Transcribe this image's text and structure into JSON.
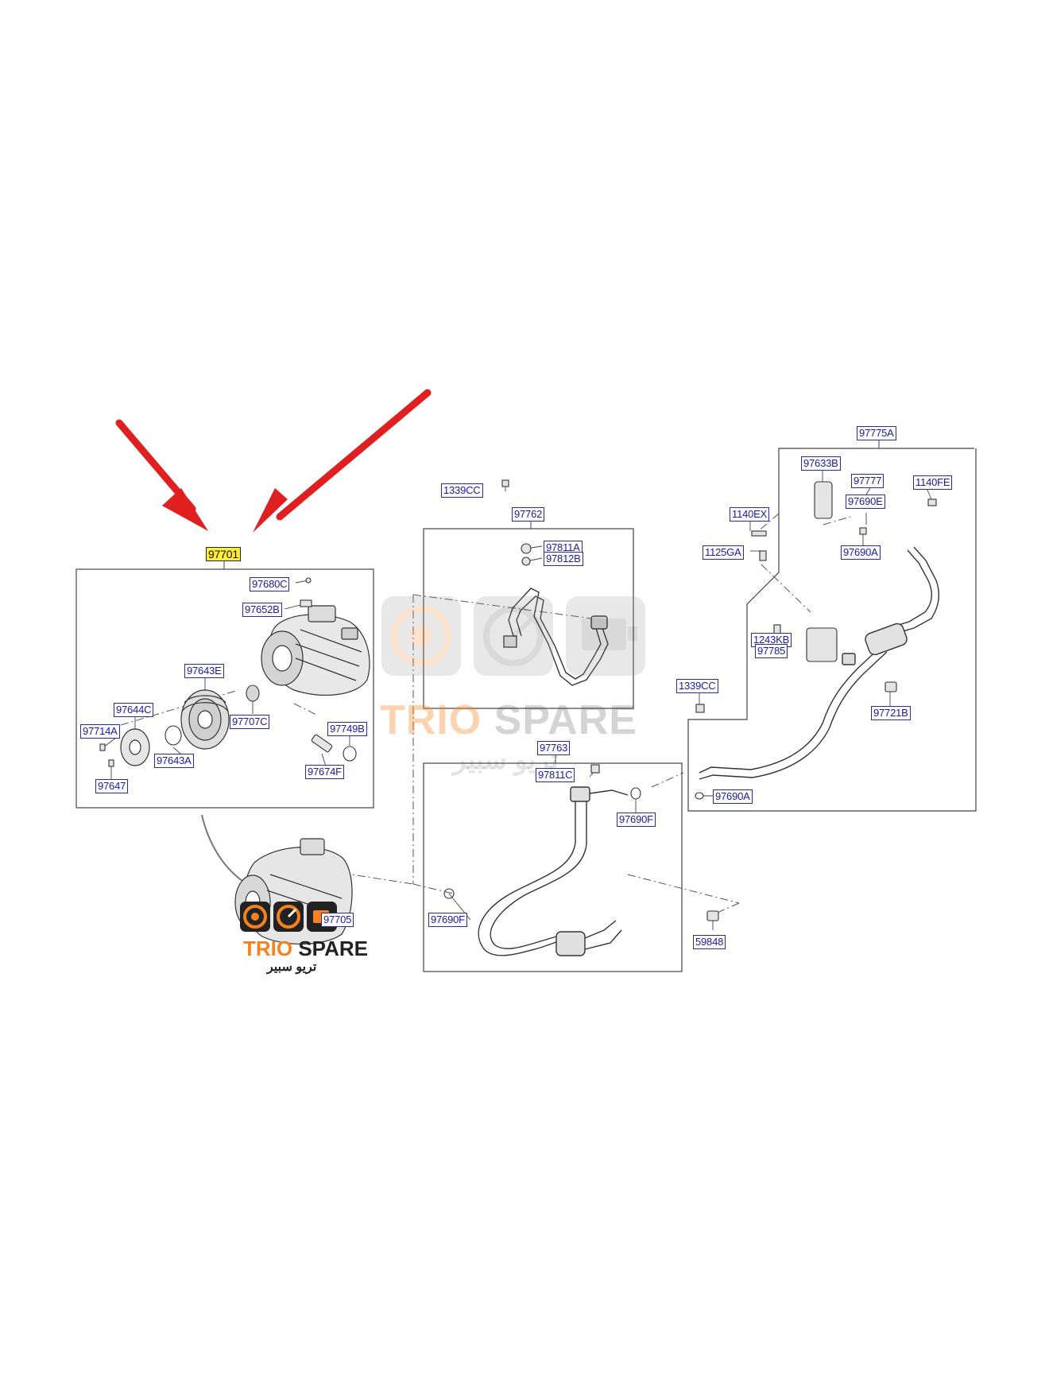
{
  "colors": {
    "label_text": "#1a1aa6",
    "label_border": "#2a2aa8",
    "highlight_fill": "#ffee33",
    "arrow": "#e02020",
    "brand_orange": "#f58220",
    "line": "#444444"
  },
  "icons": [
    "red-arrow-icon",
    "gauge-icon",
    "engine-icon"
  ],
  "callout": {
    "highlighted_part": "97701"
  },
  "groups": {
    "compressor": {
      "header": "97701",
      "labels": {
        "l97680C": "97680C",
        "l97652B": "97652B",
        "l97643E": "97643E",
        "l97644C": "97644C",
        "l97714A": "97714A",
        "l97707C": "97707C",
        "l97749B": "97749B",
        "l97643A": "97643A",
        "l97674F": "97674F",
        "l97647": "97647"
      }
    },
    "discharge_hose": {
      "header": "97762",
      "labels": {
        "l1339CC": "1339CC",
        "l97811A": "97811A",
        "l97812B": "97812B"
      }
    },
    "suction_hose": {
      "header": "97763",
      "labels": {
        "l97811C": "97811C",
        "l97690F_a": "97690F",
        "l97690F_b": "97690F"
      }
    },
    "liquid_tube": {
      "header": "97775A",
      "labels": {
        "l97633B": "97633B",
        "l97777": "97777",
        "l1140FE": "1140FE",
        "l97690E": "97690E",
        "l1140EX": "1140EX",
        "l1125GA": "1125GA",
        "l97690A_a": "97690A",
        "l1243KB": "1243KB",
        "l97785": "97785",
        "l1339CC_b": "1339CC",
        "l97721B": "97721B",
        "l97690A_b": "97690A"
      }
    },
    "standalone": {
      "l59848": "59848",
      "l97705": "97705"
    }
  },
  "watermark": {
    "brand_part1": "TRIO",
    "brand_part2": "SPARE",
    "arabic": "تريو سبير"
  },
  "logo": {
    "brand_part1": "TRIO",
    "brand_part2": "SPARE",
    "arabic": "تريو سبير"
  }
}
